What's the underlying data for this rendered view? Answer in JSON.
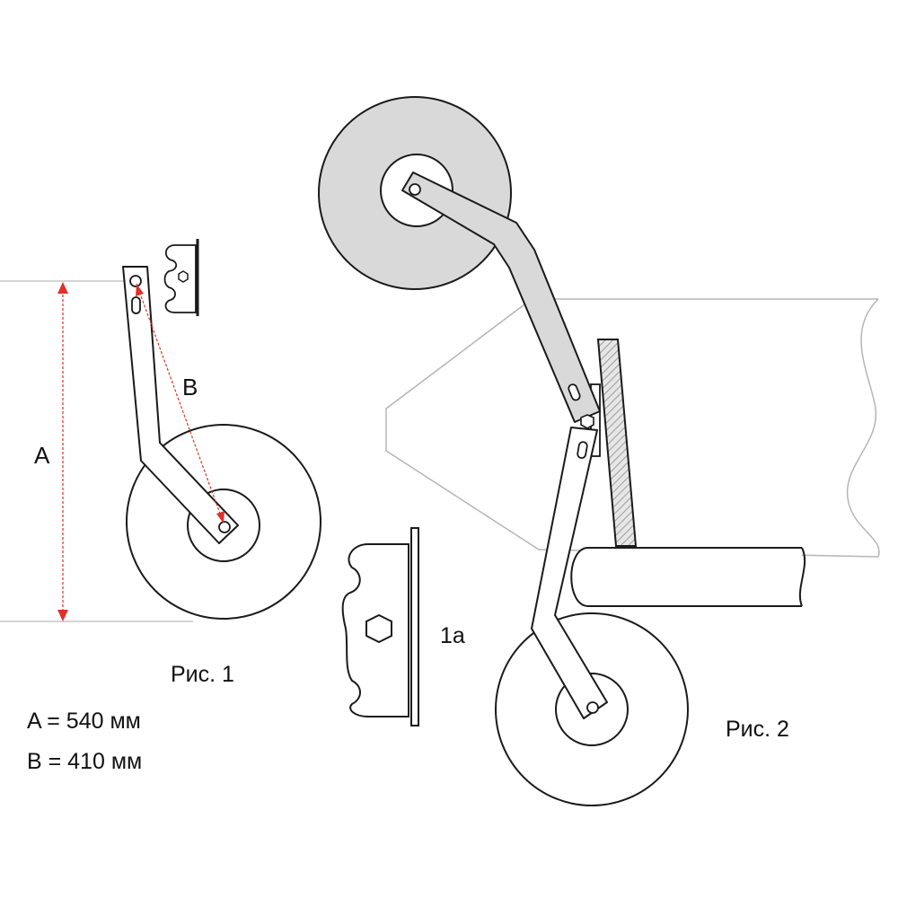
{
  "labels": {
    "dim_a": "A",
    "dim_b": "B",
    "detail_1a": "1a",
    "fig1": "Рис. 1",
    "fig2": "Рис. 2"
  },
  "dimensions": {
    "a_text": "A = 540 мм",
    "b_text": "B = 410 мм"
  },
  "colors": {
    "dimension": "#e0302a",
    "outline": "#1a1a1a",
    "fill_gray": "#d9d9d9",
    "reference_line": "#aaaaaa",
    "frame_line": "#b5b5b5"
  }
}
